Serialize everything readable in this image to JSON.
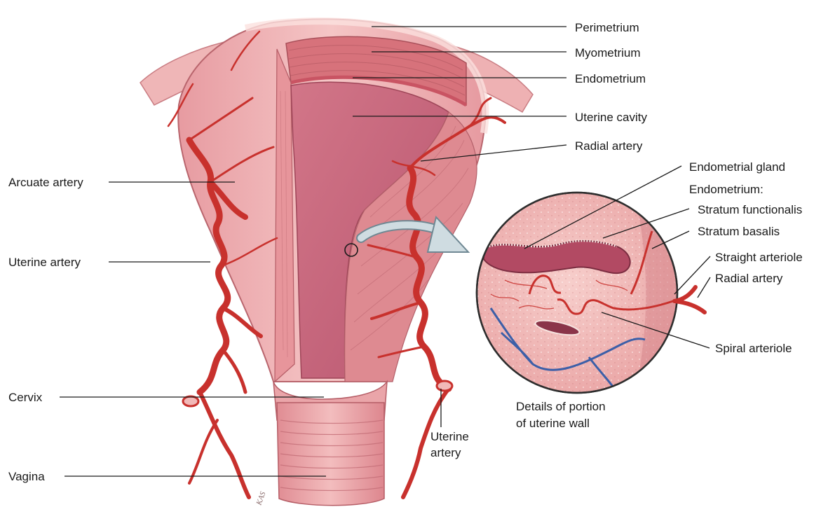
{
  "labels": {
    "perimetrium": "Perimetrium",
    "myometrium": "Myometrium",
    "endometrium": "Endometrium",
    "uterine_cavity": "Uterine cavity",
    "radial_artery": "Radial artery",
    "endometrial_gland": "Endometrial gland",
    "endometrium_heading": "Endometrium:",
    "stratum_functionalis": "Stratum functionalis",
    "stratum_basalis": "Stratum basalis",
    "straight_arteriole": "Straight arteriole",
    "radial_artery_detail": "Radial artery",
    "spiral_arteriole": "Spiral arteriole",
    "arcuate_artery": "Arcuate artery",
    "uterine_artery_left": "Uterine artery",
    "cervix": "Cervix",
    "vagina": "Vagina",
    "uterine_artery_right": [
      "Uterine",
      "artery"
    ],
    "details_caption": [
      "Details of portion",
      "of uterine wall"
    ],
    "signature": "KAS"
  },
  "colors": {
    "tissue": "#e9a2a6",
    "tissue_light": "#f4c4c4",
    "muscle": "#d9767e",
    "cavity": "#c9617a",
    "artery": "#c8312d",
    "vein": "#3c5fa8",
    "leader": "#1a1a1a"
  }
}
